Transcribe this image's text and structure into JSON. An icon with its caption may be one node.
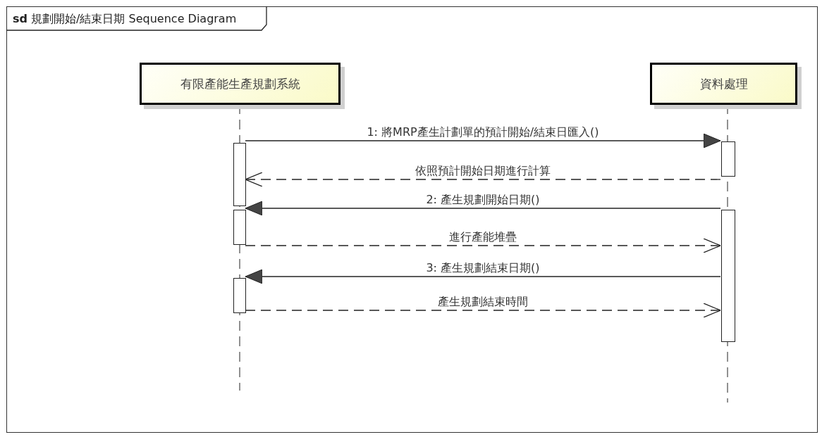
{
  "diagram": {
    "nodes": [
      {
        "text": [
          "**sd** 規劃開始/結束日期  Sequence Diagram"
        ]
      },
      {
        "text": [
          "有限產能生產規劃系統"
        ],
        "in": 0
      },
      {
        "text": [
          "資料處理"
        ],
        "in": 0
      },
      {
        "text": [],
        "shape": "bar",
        "in": 0
      },
      {
        "text": [],
        "shape": "bar",
        "in": 0
      },
      {
        "text": [],
        "shape": "bar",
        "in": 0
      },
      {
        "text": [],
        "shape": "bar",
        "in": 0
      },
      {
        "text": [],
        "shape": "bar",
        "in": 0
      }
    ],
    "edges": [
      {
        "from": 3,
        "to": 6,
        "arrow": "to",
        "label": "1: 將MRP產生計劃單的預計開始/結束日匯入()"
      },
      {
        "from": 6,
        "to": 3,
        "arrow": "to",
        "label": "依照預計開始日期進行計算",
        "style": "dashed"
      },
      {
        "from": 7,
        "to": 4,
        "arrow": "to",
        "label": "2: 產生規劃開始日期()"
      },
      {
        "from": 4,
        "to": 7,
        "arrow": "to",
        "label": "進行產能堆疊",
        "style": "dashed"
      },
      {
        "from": 7,
        "to": 5,
        "arrow": "to",
        "label": "3: 產生規劃結束日期()"
      },
      {
        "from": 5,
        "to": 7,
        "arrow": "to",
        "label": "產生規劃結束時間",
        "style": "dashed"
      }
    ]
  }
}
